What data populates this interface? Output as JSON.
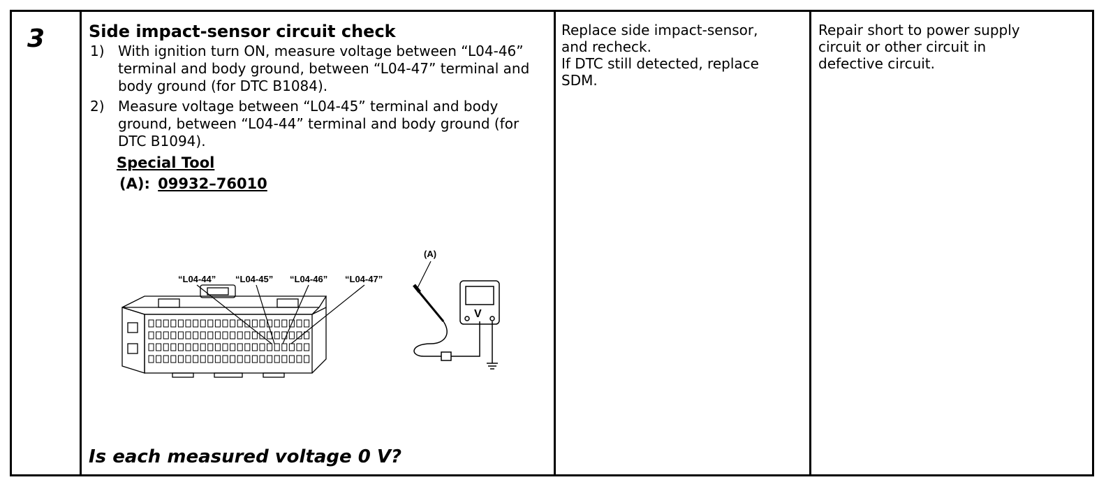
{
  "step": {
    "number": "3",
    "title": "Side impact-sensor circuit check",
    "items": [
      {
        "num": "1)",
        "text": "With ignition turn ON, measure voltage between “L04-46” terminal and body ground, between “L04-47” terminal and body ground (for DTC B1084)."
      },
      {
        "num": "2)",
        "text": "Measure voltage between “L04-45” terminal and body ground, between “L04-44” terminal and body ground (for DTC B1094)."
      }
    ],
    "special_tool_label": "Special Tool",
    "tool_ref": "(A):",
    "tool_number": "09932–76010",
    "figure": {
      "terminal_labels": [
        "“L04-44”",
        "“L04-45”",
        "“L04-46”",
        "“L04-47”"
      ],
      "tool_callout": "(A)",
      "meter_symbol": "V"
    },
    "question": "Is each measured voltage 0 V?"
  },
  "yes_action": [
    "Replace side impact-sensor,",
    "and recheck.",
    "If DTC still detected, replace",
    "SDM."
  ],
  "no_action": [
    "Repair short to power supply",
    "circuit or other circuit in",
    "defective circuit."
  ]
}
